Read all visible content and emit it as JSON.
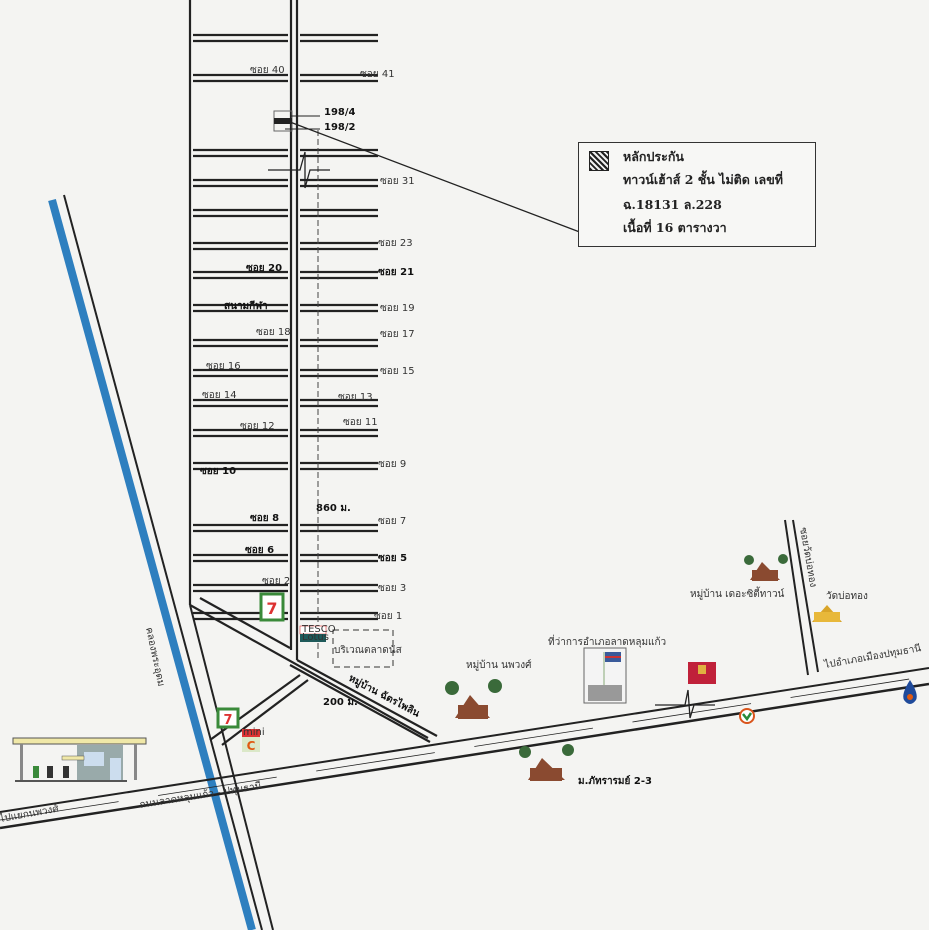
{
  "legend": {
    "hatch_icon": "hatched-square",
    "title": "หลักประกัน",
    "line1": "ทาวน์เฮ้าส์ 2 ชั้น ไม่ติด เลขที่",
    "line2": "ฉ.18131 ล.228",
    "line3": "เนื้อที่ 16 ตารางวา"
  },
  "house_numbers": {
    "a": "198/4",
    "b": "198/2"
  },
  "soi_labels": {
    "s40": "ซอย 40",
    "s41": "ซอย 41",
    "s31": "ซอย 31",
    "s23": "ซอย 23",
    "s20": "ซอย 20",
    "s21": "ซอย 21",
    "s19": "ซอย 19",
    "s18": "ซอย 18",
    "s17": "ซอย 17",
    "s16": "ซอย 16",
    "s15": "ซอย 15",
    "s14": "ซอย 14",
    "s13": "ซอย 13",
    "s12": "ซอย 12",
    "s11": "ซอย 11",
    "s10": "ซอย 10",
    "s9": "ซอย 9",
    "s8": "ซอย 8",
    "s7": "ซอย 7",
    "s6": "ซอย 6",
    "s5": "ซอย 5",
    "s2": "ซอย 2",
    "s3": "ซอย 3",
    "s1": "ซอย 1"
  },
  "places": {
    "stadium": "สนามกีฬา",
    "market": "บริเวณตลาดนัส",
    "village_chatr": "หมู่บ้าน ฉัตรไพลิน",
    "village_nop": "หมู่บ้าน นพวงศ์",
    "district_office": "ที่ว่าการอำเภอลาดหลุมแก้ว",
    "village_city": "หมู่บ้าน เดอะซิตี้ทาวน์",
    "temple": "วัดบ่อทอง",
    "soi_temple": "ซอยวัดบ่อทอง",
    "to_pathum": "ไปอำเภอเมืองปทุมธานี",
    "village_phat": "ม.ภัทรารมย์ 2-3",
    "canal": "คลองพระอุดม",
    "main_road": "ถนนลาดหลุมแก้ว - ปทุมธานี",
    "to_junction": "ไปแยกนพวงศ์",
    "lotus_brand": "Lotus",
    "lotus_top": "TESCO",
    "mini": "mini"
  },
  "distances": {
    "d860": "860 ม.",
    "d200": "200 ม."
  },
  "colors": {
    "canal": "#2e7fbf",
    "road": "#222222",
    "seven_green": "#3a8a3a",
    "seven_red": "#d33"
  }
}
